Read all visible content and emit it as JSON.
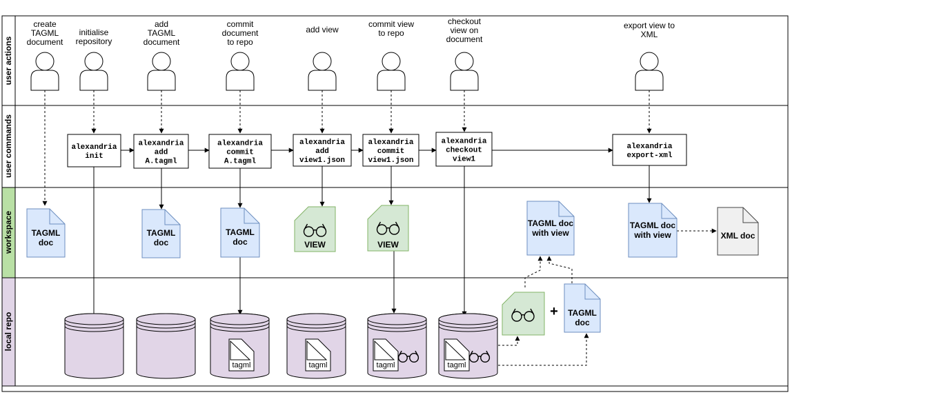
{
  "lanes": {
    "user_actions": "user actions",
    "user_commands": "user commands",
    "workspace": "workspace",
    "local_repo": "local repo"
  },
  "actions": [
    {
      "label": [
        "create",
        "TAGML",
        "document"
      ]
    },
    {
      "label": [
        "initialise",
        "repository"
      ]
    },
    {
      "label": [
        "add",
        "TAGML",
        "document"
      ]
    },
    {
      "label": [
        "commit",
        "document",
        "to repo"
      ]
    },
    {
      "label": [
        "add view"
      ]
    },
    {
      "label": [
        "commit view",
        "to repo"
      ]
    },
    {
      "label": [
        "checkout",
        "view on",
        "document"
      ]
    },
    {
      "label": [
        "export view to",
        "XML"
      ]
    }
  ],
  "commands": [
    {
      "lines": [
        "alexandria",
        "init"
      ]
    },
    {
      "lines": [
        "alexandria",
        "add",
        "A.tagml"
      ]
    },
    {
      "lines": [
        "alexandria",
        "commit",
        "A.tagml"
      ]
    },
    {
      "lines": [
        "alexandria",
        "add",
        "view1.json"
      ]
    },
    {
      "lines": [
        "alexandria",
        "commit",
        "view1.json"
      ]
    },
    {
      "lines": [
        "alexandria",
        "checkout",
        "view1"
      ]
    },
    {
      "lines": [
        "alexandria",
        "export-xml"
      ]
    }
  ],
  "workspace_items": [
    {
      "kind": "doc",
      "lines": [
        "TAGML",
        "doc"
      ]
    },
    {
      "kind": "doc",
      "lines": [
        "TAGML",
        "doc"
      ]
    },
    {
      "kind": "doc",
      "lines": [
        "TAGML",
        "doc"
      ]
    },
    {
      "kind": "view",
      "lines": [
        "VIEW"
      ]
    },
    {
      "kind": "view",
      "lines": [
        "VIEW"
      ]
    },
    {
      "kind": "doc",
      "lines": [
        "TAGML doc",
        "with view"
      ]
    },
    {
      "kind": "doc",
      "lines": [
        "TAGML doc",
        "with view"
      ]
    },
    {
      "kind": "xml",
      "lines": [
        "XML doc"
      ]
    }
  ],
  "repo": {
    "tag_label": "tagml",
    "plus": "+",
    "extracted_doc": [
      "TAGML",
      "doc"
    ]
  },
  "colors": {
    "doc_fill": "#dae8fc",
    "doc_stroke": "#6c8ebf",
    "view_fill": "#d5e8d4",
    "view_stroke": "#82b366",
    "xml_fill": "#f0f0f0",
    "xml_stroke": "#444444",
    "repo_fill": "#e1d5e7",
    "repo_stroke": "#000000",
    "workspace_lane_fill": "#b9e0a5",
    "repo_lane_fill": "#e1d5e7"
  }
}
